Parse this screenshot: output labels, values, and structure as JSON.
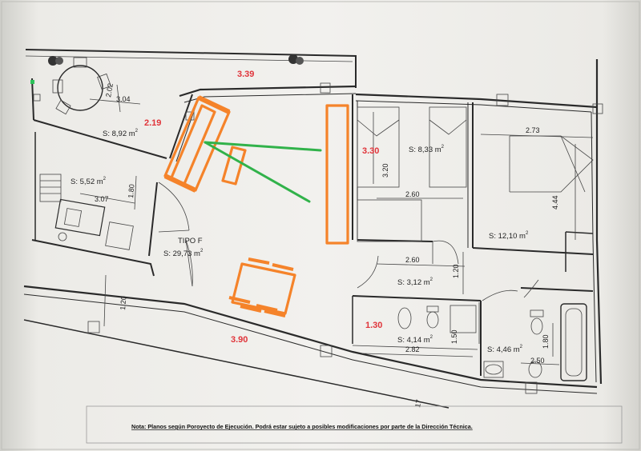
{
  "dimensions": {
    "terrace_width": "3.04",
    "terrace_depth": "2.02",
    "kitchen_width": "3.07",
    "kitchen_depth": "1.80",
    "living_side": "1.20",
    "bedroom2_height": "3.20",
    "bedroom2_width": "2.60",
    "bedroom1_width": "2.73",
    "bedroom1_height": "4.44",
    "hall_width": "2.60",
    "hall_height": "1.20",
    "bath1_width": "2.82",
    "bath1_height": "1.50",
    "bath2_height": "1.80",
    "bath2_width": "2.50"
  },
  "areas": {
    "terrace": "S:  8,92 m",
    "kitchen": "S:  5,52 m",
    "living": "S:  29,73 m",
    "bedroom2": "S:  8,33 m",
    "bedroom1": "S:  12,10 m",
    "hall": "S:  3,12 m",
    "bath1": "S:  4,14 m",
    "bath2": "S:  4,46 m",
    "unit": "2"
  },
  "type_label": "TIPO F",
  "annotations": {
    "top": "3.39",
    "terrace_left": "2.19",
    "wall_mid": "3.30",
    "hall": "1.30",
    "bottom": "3.90",
    "corner_number": "17"
  },
  "note": "Nota: Planos según Poroyecto de Ejecución. Podrá estar sujeto a posibles modificaciones por parte de la Dirección Técnica.",
  "colors": {
    "furniture_overlay": "#f5832a",
    "arrow_overlay": "#31b24a",
    "annotation_text": "#e0343a",
    "plan_lines": "#2a2a2a"
  }
}
